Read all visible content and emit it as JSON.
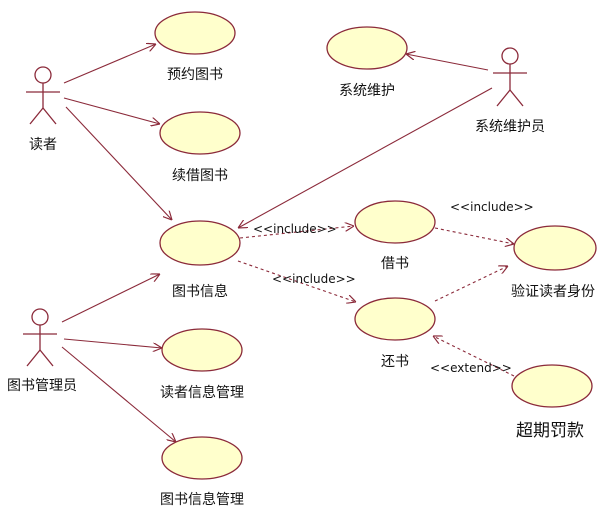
{
  "actors": {
    "reader": "读者",
    "librarian": "图书管理员",
    "sysadmin": "系统维护员"
  },
  "use_cases": {
    "reserve": "预约图书",
    "renew": "续借图书",
    "book_info": "图书信息",
    "reader_mgmt": "读者信息管理",
    "book_mgmt": "图书信息管理",
    "sys_maint": "系统维护",
    "borrow": "借书",
    "return": "还书",
    "verify": "验证读者身份",
    "fine": "超期罚款"
  },
  "relations": {
    "include1": "<<include>>",
    "include2": "<<include>>",
    "include3": "<<include>>",
    "extend": "<<extend>>"
  },
  "colors": {
    "line": "#8b2a3a",
    "usecase_fill": "#ffffcc"
  }
}
